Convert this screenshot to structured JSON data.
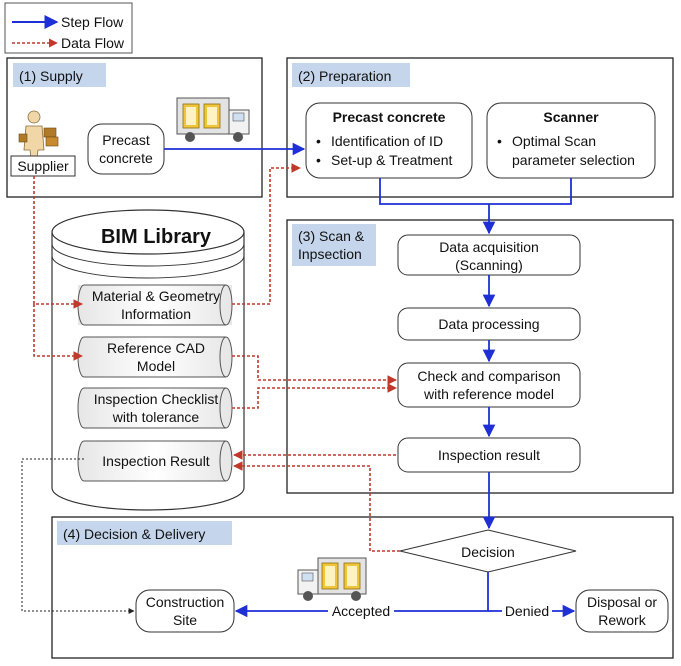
{
  "legend": {
    "step_flow": "Step Flow",
    "data_flow": "Data Flow"
  },
  "supply": {
    "title": "(1) Supply",
    "supplier": "Supplier",
    "precast_line1": "Precast",
    "precast_line2": "concrete"
  },
  "preparation": {
    "title": "(2) Preparation",
    "precast_box": {
      "heading": "Precast concrete",
      "item1": "Identification of ID",
      "item2": "Set-up & Treatment"
    },
    "scanner_box": {
      "heading": "Scanner",
      "item1_line1": "Optimal Scan",
      "item1_line2": "parameter selection"
    }
  },
  "bim_library": {
    "title": "BIM Library",
    "items": [
      {
        "line1": "Material & Geometry",
        "line2": "Information"
      },
      {
        "line1": "Reference CAD",
        "line2": "Model"
      },
      {
        "line1": "Inspection Checklist",
        "line2": "with tolerance"
      },
      {
        "line1": "Inspection Result",
        "line2": ""
      }
    ]
  },
  "scan": {
    "title_line1": "(3) Scan &",
    "title_line2": "Inpsection",
    "steps": [
      {
        "line1": "Data acquisition",
        "line2": "(Scanning)"
      },
      {
        "line1": "Data processing",
        "line2": ""
      },
      {
        "line1": "Check and comparison",
        "line2": "with  reference model"
      },
      {
        "line1": "Inspection result",
        "line2": ""
      }
    ]
  },
  "decision": {
    "title": "(4) Decision & Delivery",
    "decision_label": "Decision",
    "accepted": "Accepted",
    "denied": "Denied",
    "construction_line1": "Construction",
    "construction_line2": "Site",
    "disposal_line1": "Disposal or",
    "disposal_line2": "Rework"
  },
  "colors": {
    "step_flow": "#1f2fd6",
    "data_flow": "#c0392b",
    "title_fill": "#c5d6ec",
    "box_stroke": "#333333"
  }
}
